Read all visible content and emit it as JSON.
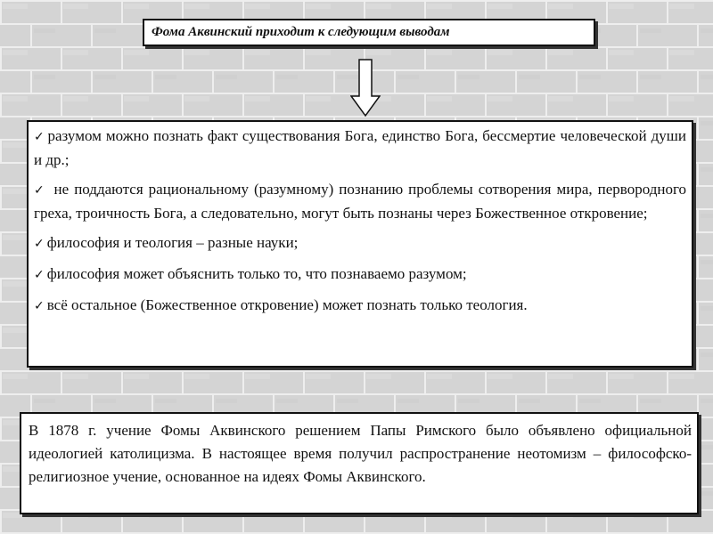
{
  "title": "Фома Аквинский приходит к следующим выводам",
  "icons": {
    "arrow": "down-arrow-icon",
    "bullet": "check-icon"
  },
  "colors": {
    "wall": "#d6d6d6",
    "mortar": "#ececec",
    "box_background": "#ffffff",
    "border": "#111111"
  },
  "conclusions": [
    {
      "check": "✓",
      "text": "разумом можно познать факт существования Бога, единство Бога, бессмертие человеческой души и др.;"
    },
    {
      "check": "✓",
      "text": " не поддаются рациональному (разумному) познанию проблемы сотворения мира, первородного греха, троичность Бога, а следовательно, могут быть познаны через Божественное откровение;"
    },
    {
      "check": "✓",
      "text": "философия и теология – разные науки;"
    },
    {
      "check": "✓",
      "text": "философия может объяснить только то, что познаваемо разумом;"
    },
    {
      "check": "✓",
      "text": "всё остальное (Божественное откровение) может познать только теология."
    }
  ],
  "note": "В 1878 г. учение Фомы Аквинского решением Папы Римского было объявлено официальной идеологией католицизма. В настоящее время получил распространение неотомизм – философско-религиозное учение, основанное на идеях Фомы Аквинского."
}
